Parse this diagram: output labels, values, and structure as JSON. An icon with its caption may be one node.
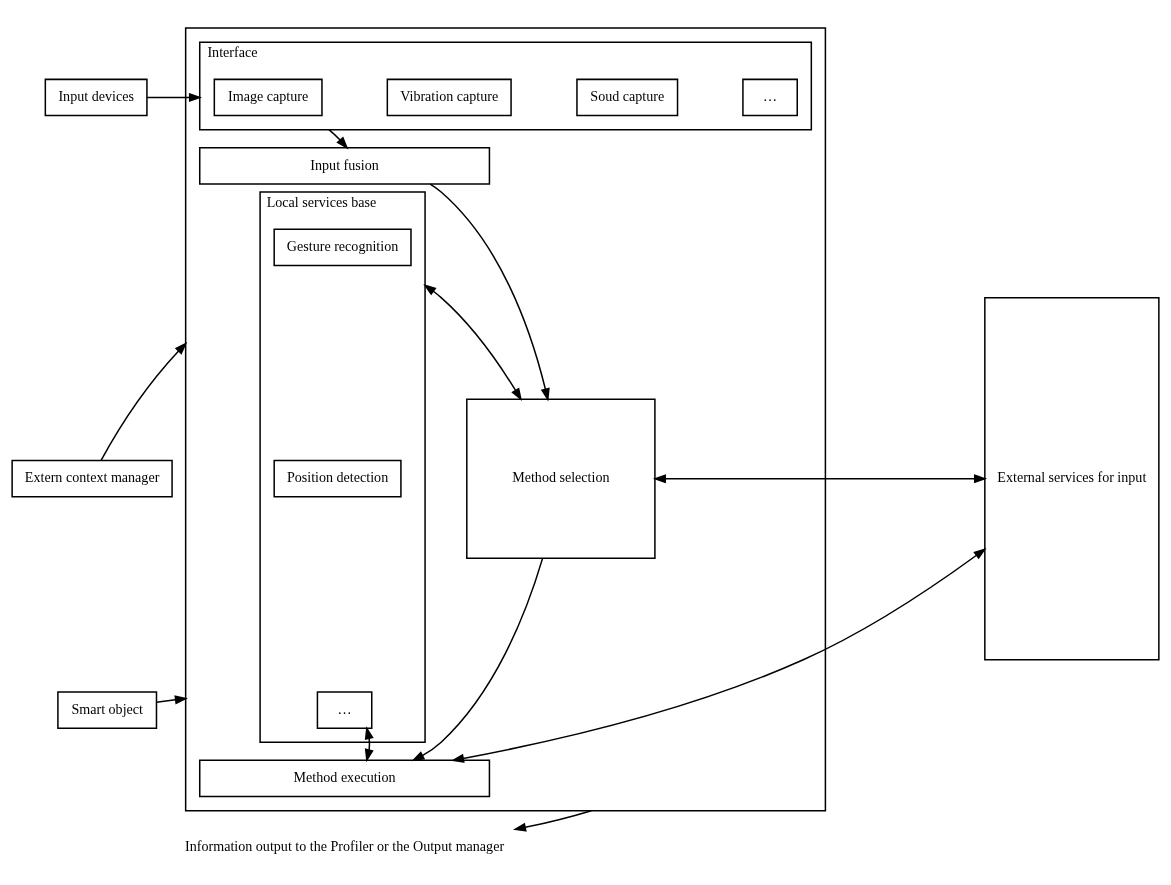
{
  "diagram": {
    "nodes": [
      {
        "text": [
          "Input devices"
        ]
      },
      {
        "text": [
          "Extern context manager"
        ]
      },
      {
        "text": [
          "Smart object"
        ]
      },
      {
        "text": [],
        "shape": "box"
      },
      {
        "text": [
          "Interface"
        ],
        "in": 3
      },
      {
        "text": [
          "Image capture"
        ],
        "in": 4
      },
      {
        "text": [
          "Vibration capture"
        ],
        "in": 4
      },
      {
        "text": [
          "Soud capture"
        ],
        "in": 4
      },
      {
        "text": [
          "…"
        ],
        "in": 4
      },
      {
        "text": [
          "Input fusion"
        ],
        "in": 3
      },
      {
        "text": [
          "Local services base"
        ],
        "in": 3
      },
      {
        "text": [
          "Gesture recognition"
        ],
        "in": 10
      },
      {
        "text": [
          "Position detection"
        ],
        "in": 10
      },
      {
        "text": [
          "…"
        ],
        "in": 10
      },
      {
        "text": [
          "Method selection"
        ],
        "in": 3
      },
      {
        "text": [
          "Method execution"
        ],
        "in": 3
      },
      {
        "text": [
          "External services for input"
        ]
      },
      {
        "text": [
          "Information output to the Profiler or the Output manager"
        ]
      }
    ],
    "edges": [
      {
        "from": 0,
        "to": 4,
        "arrow": "to"
      },
      {
        "from": 1,
        "to": 3,
        "arrow": "to"
      },
      {
        "from": 2,
        "to": 3,
        "arrow": "to"
      },
      {
        "from": 4,
        "to": 9,
        "arrow": "to"
      },
      {
        "from": 9,
        "to": 14,
        "arrow": "to"
      },
      {
        "from": 10,
        "to": 14,
        "arrow": "both"
      },
      {
        "from": 13,
        "to": 15,
        "arrow": "both"
      },
      {
        "from": 14,
        "to": 15,
        "arrow": "to"
      },
      {
        "from": 14,
        "to": 16,
        "arrow": "both"
      },
      {
        "from": 15,
        "to": 16,
        "arrow": "both"
      },
      {
        "from": 3,
        "to": 17,
        "arrow": "to"
      }
    ]
  }
}
